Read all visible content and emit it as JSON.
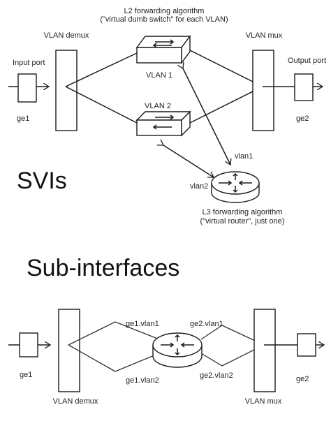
{
  "top": {
    "l2_title_line1": "L2 forwarding algorithm",
    "l2_title_line2": "(\"virtual dumb switch\" for each VLAN)",
    "vlan_demux": "VLAN demux",
    "vlan_mux": "VLAN mux",
    "input_port": "Input port",
    "output_port": "Output port",
    "vlan1": "VLAN 1",
    "vlan2": "VLAN 2",
    "ge1": "ge1",
    "ge2": "ge2",
    "svi_vlan1": "vlan1",
    "svi_vlan2": "vlan2",
    "section_title": "SVIs",
    "l3_title_line1": "L3 forwarding algorithm",
    "l3_title_line2": "(\"virtual router\", just one)"
  },
  "bottom": {
    "section_title": "Sub-interfaces",
    "ge1": "ge1",
    "ge2": "ge2",
    "ge1_vlan1": "ge1.vlan1",
    "ge1_vlan2": "ge1.vlan2",
    "ge2_vlan1": "ge2.vlan1",
    "ge2_vlan2": "ge2.vlan2",
    "vlan_demux": "VLAN demux",
    "vlan_mux": "VLAN mux"
  }
}
